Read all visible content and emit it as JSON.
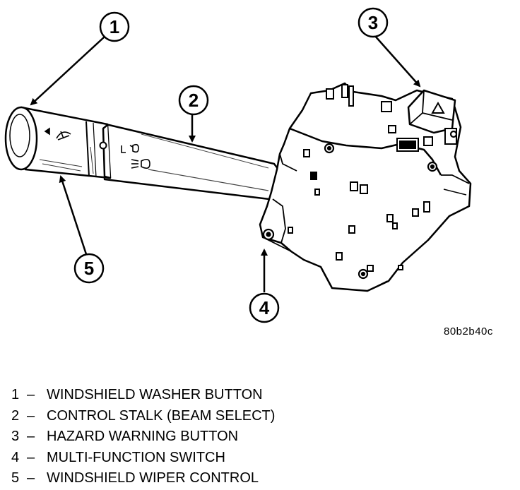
{
  "callouts": [
    {
      "number": "1"
    },
    {
      "number": "2"
    },
    {
      "number": "3"
    },
    {
      "number": "4"
    },
    {
      "number": "5"
    }
  ],
  "figure_code": "80b2b40c",
  "legend": [
    {
      "number": "1",
      "dash": "–",
      "label": "WINDSHIELD WASHER BUTTON"
    },
    {
      "number": "2",
      "dash": "–",
      "label": "CONTROL STALK (BEAM SELECT)"
    },
    {
      "number": "3",
      "dash": "–",
      "label": "HAZARD WARNING BUTTON"
    },
    {
      "number": "4",
      "dash": "–",
      "label": "MULTI-FUNCTION SWITCH"
    },
    {
      "number": "5",
      "dash": "–",
      "label": "WINDSHIELD WIPER CONTROL"
    }
  ]
}
